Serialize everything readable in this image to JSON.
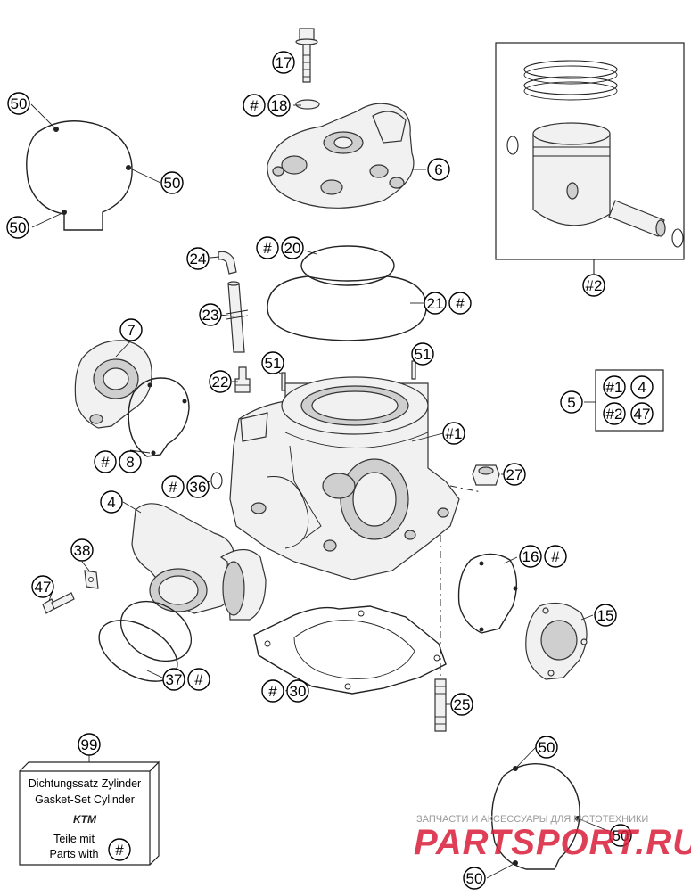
{
  "diagram": {
    "callouts": [
      {
        "id": "c17",
        "label": "17",
        "hash": false
      },
      {
        "id": "c18",
        "label": "18",
        "hash": true
      },
      {
        "id": "c6",
        "label": "6",
        "hash": false
      },
      {
        "id": "c20",
        "label": "20",
        "hash": true
      },
      {
        "id": "c21",
        "label": "21",
        "hash": true
      },
      {
        "id": "c24",
        "label": "24",
        "hash": false
      },
      {
        "id": "c23",
        "label": "23",
        "hash": false
      },
      {
        "id": "c22",
        "label": "22",
        "hash": false
      },
      {
        "id": "c51a",
        "label": "51",
        "hash": false
      },
      {
        "id": "c51b",
        "label": "51",
        "hash": false
      },
      {
        "id": "c7",
        "label": "7",
        "hash": false
      },
      {
        "id": "c8",
        "label": "8",
        "hash": true
      },
      {
        "id": "c36",
        "label": "36",
        "hash": true
      },
      {
        "id": "c4",
        "label": "4",
        "hash": false
      },
      {
        "id": "c38",
        "label": "38",
        "hash": false
      },
      {
        "id": "c47",
        "label": "47",
        "hash": false
      },
      {
        "id": "c37",
        "label": "37",
        "hash": true
      },
      {
        "id": "c30",
        "label": "30",
        "hash": true
      },
      {
        "id": "c25",
        "label": "25",
        "hash": false
      },
      {
        "id": "c16",
        "label": "16",
        "hash": true
      },
      {
        "id": "c15",
        "label": "15",
        "hash": false
      },
      {
        "id": "c27",
        "label": "27",
        "hash": false
      },
      {
        "id": "c5",
        "label": "5",
        "hash": false
      },
      {
        "id": "c99",
        "label": "99",
        "hash": false
      },
      {
        "id": "c50a",
        "label": "50",
        "hash": false
      },
      {
        "id": "c50b",
        "label": "50",
        "hash": false
      },
      {
        "id": "c50c",
        "label": "50",
        "hash": false
      },
      {
        "id": "c50d",
        "label": "50",
        "hash": false
      },
      {
        "id": "c50e",
        "label": "50",
        "hash": false
      },
      {
        "id": "c50f",
        "label": "50",
        "hash": false
      }
    ],
    "hash_symbol": "#",
    "cylinder_label": "#1",
    "piston_label": "#2",
    "set_box": {
      "items": [
        "#1",
        "4",
        "#2",
        "47"
      ]
    },
    "gasket_box": {
      "line1": "Dichtungssatz Zylinder",
      "line2": "Gasket-Set Cylinder",
      "logo": "KTM",
      "line3": "Teile mit",
      "line4": "Parts with"
    },
    "watermark": {
      "top": "ЗАПЧАСТИ И АКСЕССУАРЫ ДЛЯ МОТОТЕХНИКИ",
      "main": "PARTSPORT.RU"
    }
  }
}
